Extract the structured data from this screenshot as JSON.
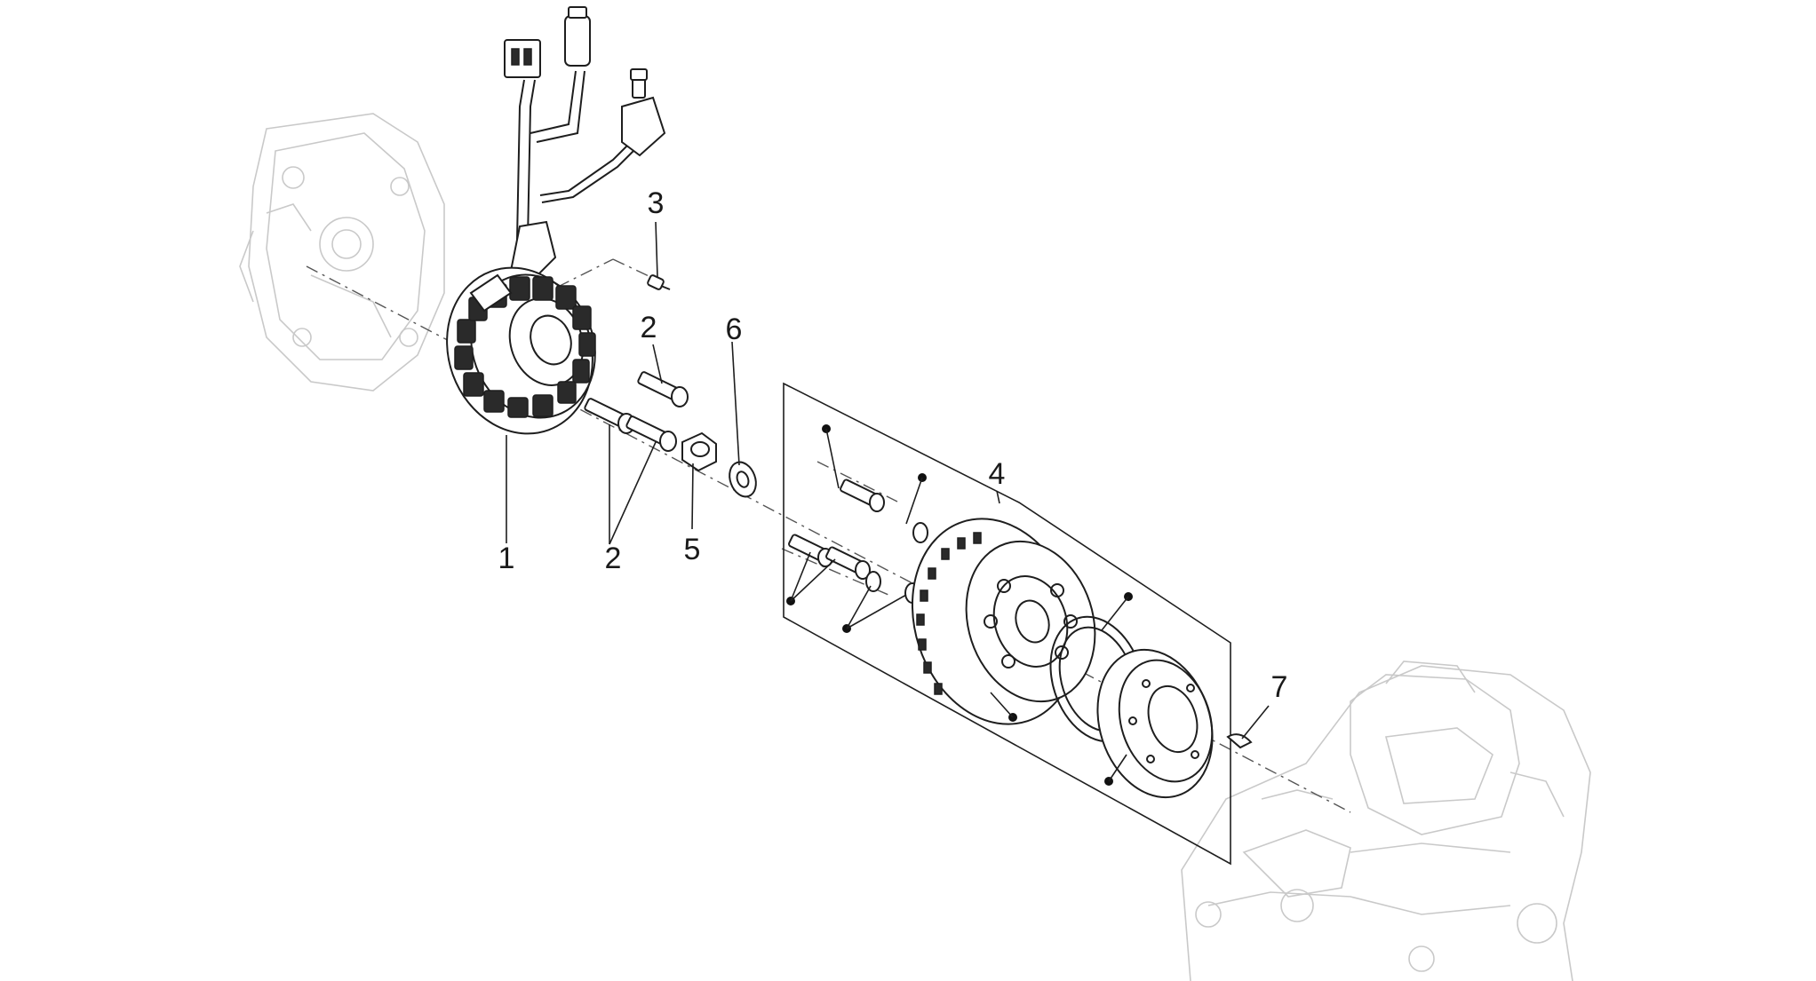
{
  "diagram": {
    "callouts": [
      {
        "id": "1",
        "label": "1",
        "part": "stator"
      },
      {
        "id": "2a",
        "label": "2",
        "part": "stator-screw"
      },
      {
        "id": "2b",
        "label": "2",
        "part": "stator-screw"
      },
      {
        "id": "3",
        "label": "3",
        "part": "cable-clamp-screw"
      },
      {
        "id": "4",
        "label": "4",
        "part": "flywheel-kit"
      },
      {
        "id": "5",
        "label": "5",
        "part": "flywheel-nut"
      },
      {
        "id": "6",
        "label": "6",
        "part": "washer"
      },
      {
        "id": "7",
        "label": "7",
        "part": "woodruff-key"
      }
    ]
  }
}
